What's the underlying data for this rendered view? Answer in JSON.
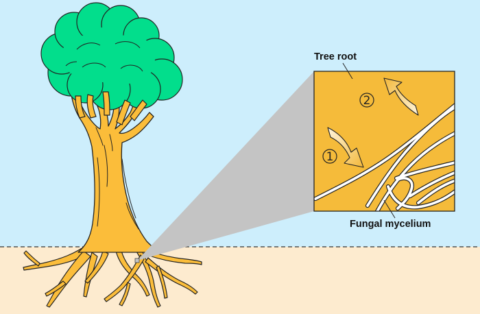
{
  "labels": {
    "tree_root": "Tree root",
    "fungal_mycelium": "Fungal mycelium",
    "step_1": "1",
    "step_2": "2"
  },
  "colors": {
    "sky": "#cdeefc",
    "soil": "#fdebcf",
    "canopy": "#02de8c",
    "trunk": "#fbbd3a",
    "zoom_cone": "#c4c4c4",
    "inset_bg": "#f5bb3a",
    "outline": "#222222"
  },
  "icons": [
    "circled-digit-one-icon",
    "circled-digit-two-icon",
    "curved-arrow-icon"
  ]
}
